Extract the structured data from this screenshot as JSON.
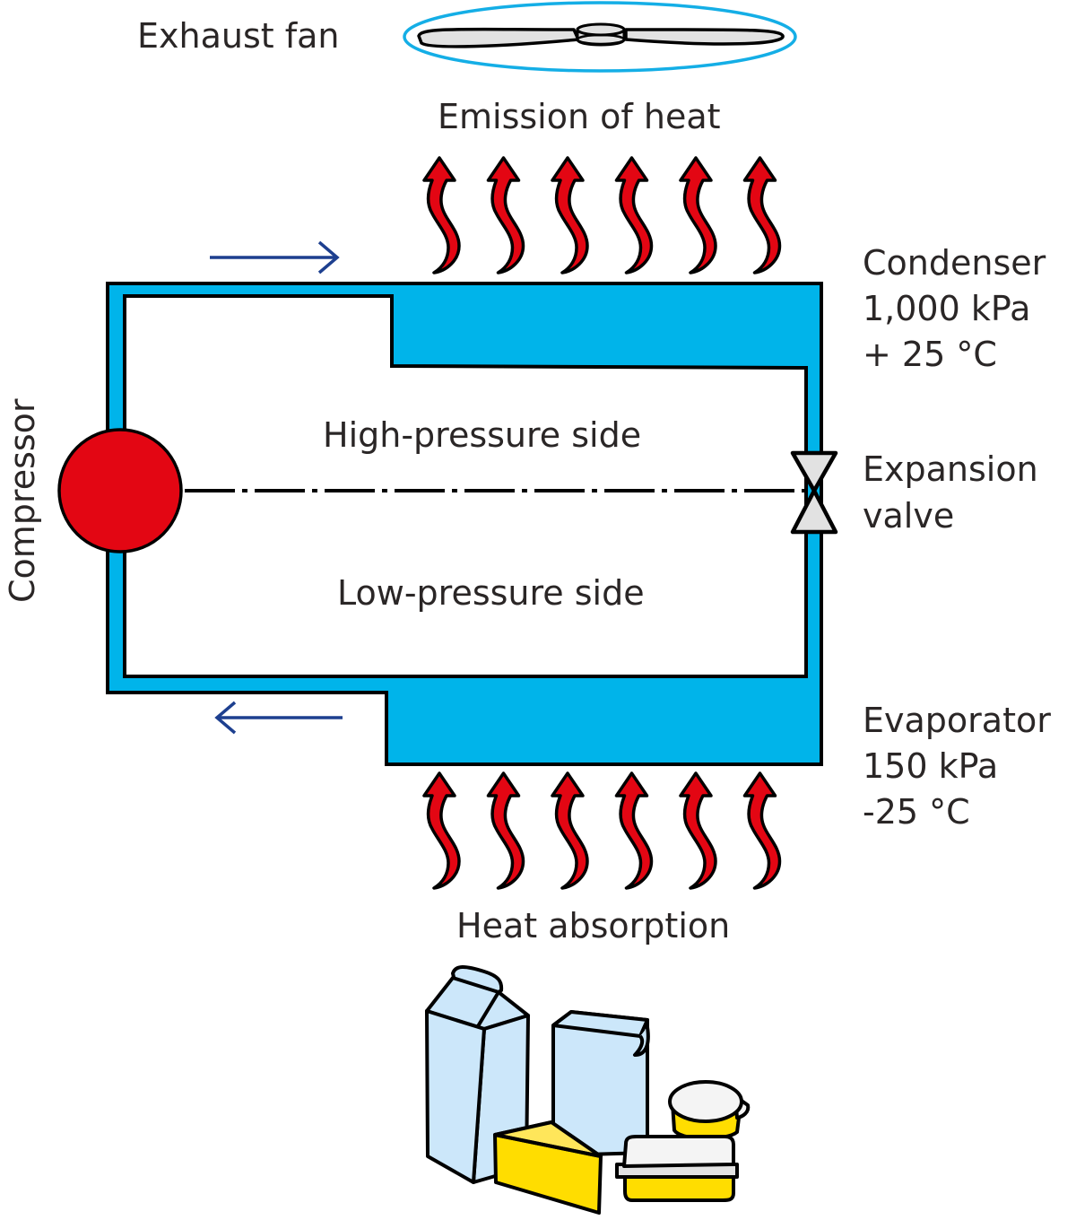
{
  "title": "Refrigeration cycle",
  "colors": {
    "refrigerant": "#00b4ea",
    "heat_arrow": "#e30613",
    "compressor": "#e30613",
    "flow_arrow": "#1d3f8f",
    "fan_ring": "#14aee6",
    "text": "#2a2626",
    "carton": "#cce7fa",
    "cheese": "#ffdd00",
    "lid": "#f4f4f4"
  },
  "labels": {
    "exhaust_fan": "Exhaust fan",
    "emission_of_heat": "Emission of heat",
    "heat_absorption": "Heat absorption",
    "compressor": "Compressor",
    "high_pressure_side": "High-pressure side",
    "low_pressure_side": "Low-pressure side",
    "expansion_valve": [
      "Expansion",
      "valve"
    ]
  },
  "condenser": {
    "name": "Condenser",
    "pressure": "1,000 kPa",
    "temperature": "+ 25 °C"
  },
  "evaporator": {
    "name": "Evaporator",
    "pressure": "150 kPa",
    "temperature": "-25 °C"
  },
  "flow": {
    "top_direction": "right",
    "bottom_direction": "left"
  },
  "heat_arrows": {
    "emission_count": 6,
    "absorption_count": 6
  },
  "food_items": [
    "milk-carton",
    "juice-carton",
    "cheese-wedge",
    "yogurt-cup",
    "food-container"
  ]
}
